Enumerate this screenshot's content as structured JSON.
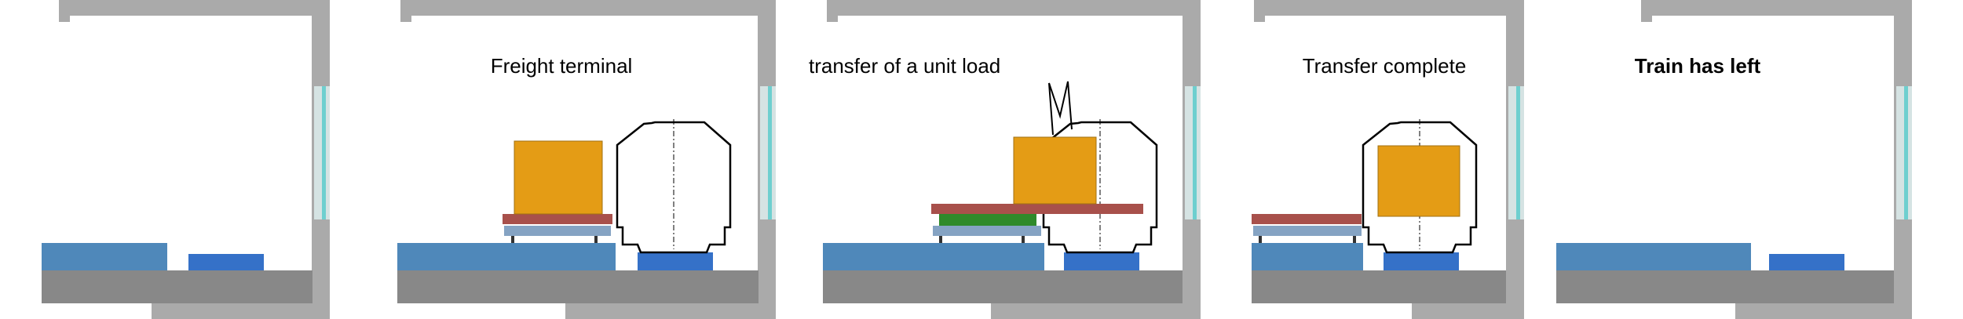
{
  "panels": [
    {
      "caption": "",
      "bold": false
    },
    {
      "caption": "Freight terminal",
      "bold": false
    },
    {
      "caption": "transfer of a unit load",
      "bold": false
    },
    {
      "caption": "Transfer complete",
      "bold": false
    },
    {
      "caption": "Train has left",
      "bold": true
    }
  ],
  "colors": {
    "background": "#ffffff",
    "building_wall": "#aaaaaa",
    "ground_slab": "#888888",
    "platform": "#4f88ba",
    "rail_block": "#3571c8",
    "glass": "#d5e3e3",
    "glass_line": "#6ecfcf",
    "container": "#e49c15",
    "container_edge": "#a17013",
    "transfer_beam": "#a8504b",
    "carrier_deck": "#85a3c3",
    "carrier_base": "#2f8a2a",
    "wagon_outline": "#000000",
    "rail_axis": "#000000"
  },
  "icons": [
    "wagon-outline-icon",
    "container-icon",
    "lifting-device-icon",
    "lightning-marker-icon"
  ]
}
